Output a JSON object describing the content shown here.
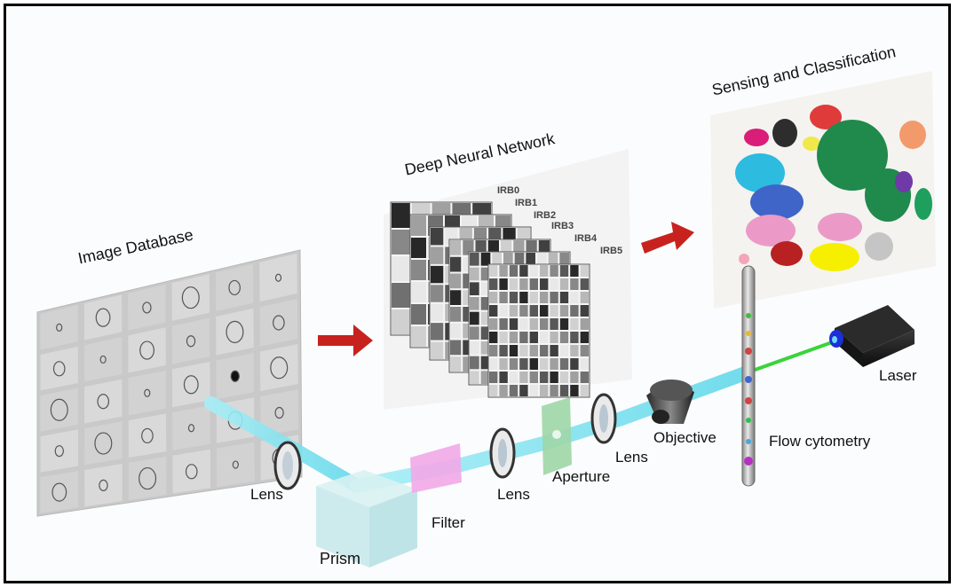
{
  "panels": {
    "image_database": "Image Database",
    "deep_neural_network": "Deep Neural Network",
    "sensing_and_classification": "Sensing and Classification"
  },
  "irb_layers": [
    "IRB0",
    "IRB1",
    "IRB2",
    "IRB3",
    "IRB4",
    "IRB5"
  ],
  "optics": {
    "lens_left": "Lens",
    "prism": "Prism",
    "filter": "Filter",
    "lens_middle": "Lens",
    "aperture": "Aperture",
    "lens_right": "Lens",
    "objective": "Objective",
    "flow_cytometry": "Flow cytometry",
    "laser": "Laser"
  },
  "colors": {
    "arrow": "#c8221f",
    "beam": "#7fe3f0",
    "laser_beam": "#39d43a",
    "filter": "#f2a8e8",
    "aperture": "#9fd6a6"
  }
}
